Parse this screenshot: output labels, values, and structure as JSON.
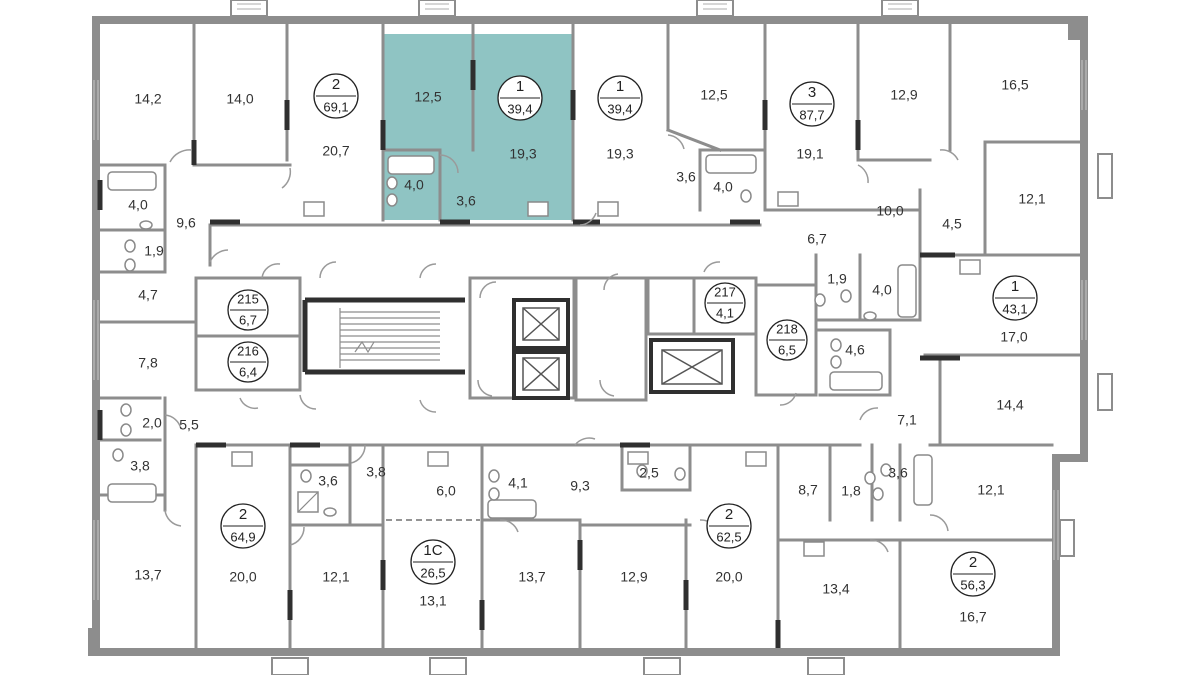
{
  "colors": {
    "wall": "#8d8d8d",
    "dark_wall": "#2f2f2f",
    "highlight": "#8fc4c3",
    "background": "#ffffff",
    "text": "#333333"
  },
  "apartments": [
    {
      "id": "apt-2-69-1",
      "rooms": "2",
      "area": "69,1"
    },
    {
      "id": "apt-1-39-4-highlighted",
      "rooms": "1",
      "area": "39,4",
      "highlighted": true
    },
    {
      "id": "apt-1-39-4",
      "rooms": "1",
      "area": "39,4"
    },
    {
      "id": "apt-3-87-7",
      "rooms": "3",
      "area": "87,7"
    },
    {
      "id": "apt-1-43-1",
      "rooms": "1",
      "area": "43,1"
    },
    {
      "id": "apt-2-64-9",
      "rooms": "2",
      "area": "64,9"
    },
    {
      "id": "apt-1c-26-5",
      "rooms": "1С",
      "area": "26,5"
    },
    {
      "id": "apt-2-62-5",
      "rooms": "2",
      "area": "62,5"
    },
    {
      "id": "apt-2-56-3",
      "rooms": "2",
      "area": "56,3"
    }
  ],
  "storages": [
    {
      "id": "storage-215",
      "number": "215",
      "area": "6,7"
    },
    {
      "id": "storage-216",
      "number": "216",
      "area": "6,4"
    },
    {
      "id": "storage-217",
      "number": "217",
      "area": "4,1"
    },
    {
      "id": "storage-218",
      "number": "218",
      "area": "6,5"
    }
  ],
  "room_areas": [
    "14,2",
    "14,0",
    "20,7",
    "12,5",
    "19,3",
    "19,3",
    "12,5",
    "19,1",
    "12,9",
    "16,5",
    "4,0",
    "9,6",
    "1,9",
    "4,7",
    "7,8",
    "2,0",
    "5,5",
    "3,8",
    "4,0",
    "3,6",
    "3,6",
    "4,0",
    "10,0",
    "4,5",
    "12,1",
    "6,7",
    "1,9",
    "4,0",
    "17,0",
    "4,6",
    "14,4",
    "7,1",
    "3,6",
    "3,8",
    "6,0",
    "4,1",
    "9,3",
    "2,5",
    "8,7",
    "1,8",
    "3,6",
    "12,1",
    "13,7",
    "20,0",
    "12,1",
    "13,1",
    "13,7",
    "12,9",
    "20,0",
    "13,4",
    "16,7"
  ]
}
